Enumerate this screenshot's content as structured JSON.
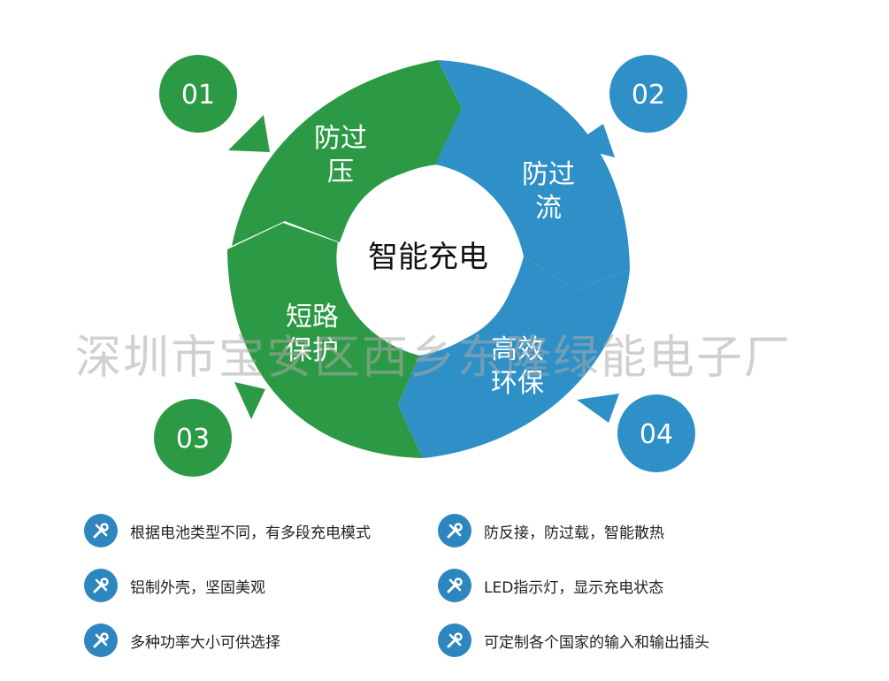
{
  "center": {
    "label": "智能充电"
  },
  "segments": [
    {
      "number": "01",
      "line1": "防过",
      "line2": "压",
      "color": "#2c9a45"
    },
    {
      "number": "02",
      "line1": "防过",
      "line2": "流",
      "color": "#2e90c6"
    },
    {
      "number": "03",
      "line1": "短路",
      "line2": "保护",
      "color": "#2c9a45"
    },
    {
      "number": "04",
      "line1": "高效",
      "line2": "环保",
      "color": "#2e90c6"
    }
  ],
  "watermark": "深圳市宝安区西乡东隆绿能电子厂",
  "features": [
    {
      "text": "根据电池类型不同，有多段充电模式",
      "icon": "tools-icon"
    },
    {
      "text": "防反接，防过载，智能散热",
      "icon": "tools-icon"
    },
    {
      "text": "铝制外壳，坚固美观",
      "icon": "tools-icon"
    },
    {
      "text": "LED指示灯，显示充电状态",
      "icon": "tools-icon"
    },
    {
      "text": "多种功率大小可供选择",
      "icon": "tools-icon"
    },
    {
      "text": "可定制各个国家的输入和输出插头",
      "icon": "tools-icon"
    }
  ],
  "colors": {
    "green": "#2c9a45",
    "blue": "#2e90c6",
    "badge": "#2e86be"
  }
}
